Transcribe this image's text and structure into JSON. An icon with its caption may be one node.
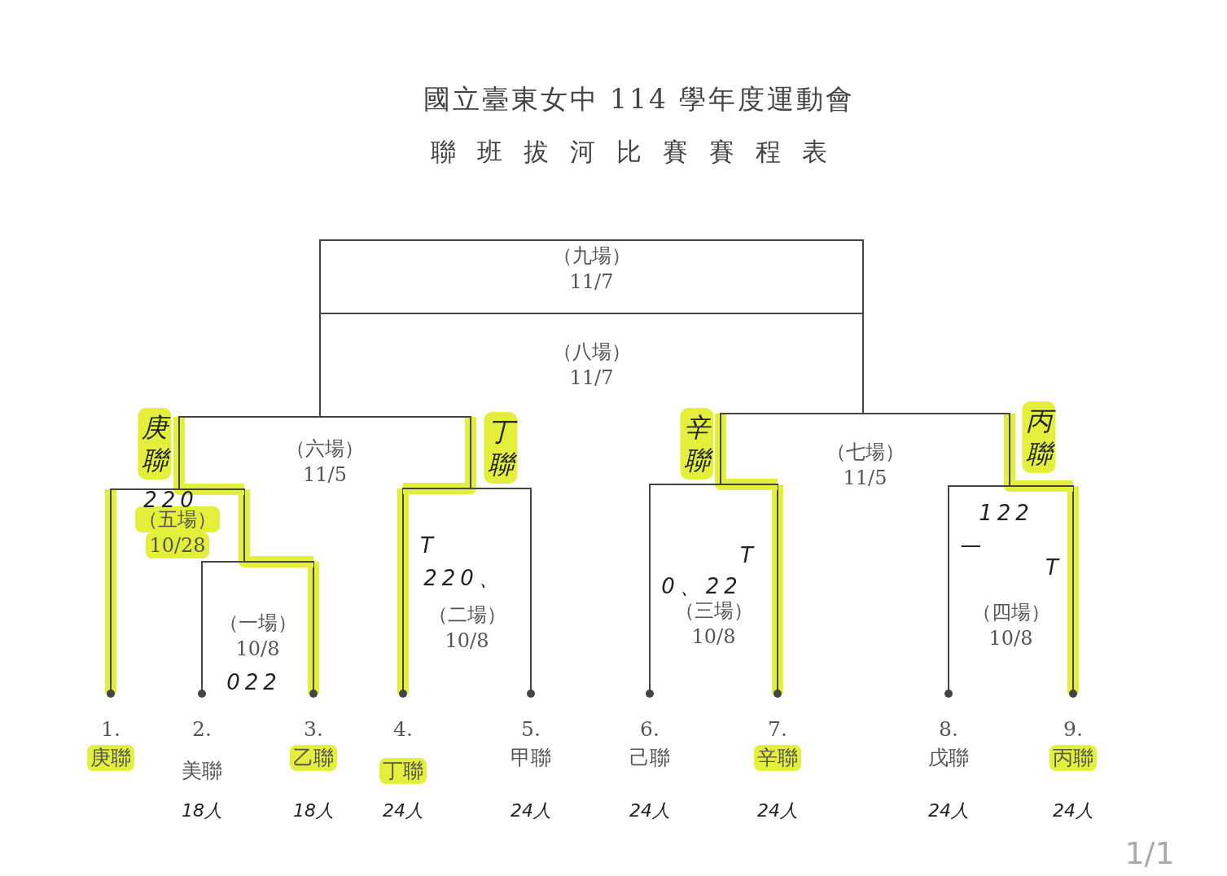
{
  "diagram": {
    "title": "國立臺東女中 114 學年度運動會",
    "nodes": [
      {
        "text": [
          "（九場）",
          "11/7"
        ]
      },
      {
        "text": [
          "（八場）",
          "11/7"
        ]
      },
      {
        "text": [
          "（六場）",
          "11/5"
        ]
      },
      {
        "text": [
          "（七場）",
          "11/5"
        ]
      },
      {
        "text": [
          "（五場）",
          "10/28"
        ]
      },
      {
        "text": [
          "（二場）",
          "10/8"
        ]
      },
      {
        "text": [
          "（三場）",
          "10/8"
        ]
      },
      {
        "text": [
          "（四場）",
          "10/8"
        ]
      },
      {
        "text": [
          "（一場）",
          "10/8"
        ]
      },
      {
        "text": [
          "1.",
          "庚聯"
        ]
      },
      {
        "text": [
          "2.",
          "美聯"
        ],
        "beside": [
          "18人"
        ]
      },
      {
        "text": [
          "3.",
          "乙聯"
        ],
        "beside": [
          "18人"
        ]
      },
      {
        "text": [
          "4.",
          "丁聯"
        ],
        "beside": [
          "24人"
        ]
      },
      {
        "text": [
          "5.",
          "甲聯"
        ],
        "beside": [
          "24人"
        ]
      },
      {
        "text": [
          "6.",
          "己聯"
        ],
        "beside": [
          "24人"
        ]
      },
      {
        "text": [
          "7.",
          "辛聯"
        ],
        "beside": [
          "24人"
        ]
      },
      {
        "text": [
          "8.",
          "戊聯"
        ],
        "beside": [
          "24人"
        ]
      },
      {
        "text": [
          "9.",
          "丙聯"
        ],
        "beside": [
          "24人"
        ]
      }
    ],
    "edges": [
      {
        "from": 9,
        "to": 4,
        "arrow": "other"
      },
      {
        "from": 10,
        "to": 8,
        "arrow": "other",
        "color": "#444444"
      },
      {
        "from": 11,
        "to": 8,
        "arrow": "other"
      },
      {
        "from": 8,
        "to": 4,
        "arrow": "none"
      },
      {
        "from": 4,
        "to": 2,
        "arrow": "none"
      },
      {
        "from": 12,
        "to": 5,
        "arrow": "other"
      },
      {
        "from": 13,
        "to": 5,
        "arrow": "other",
        "color": "#444444"
      },
      {
        "from": 5,
        "to": 2,
        "arrow": "none"
      },
      {
        "from": 14,
        "to": 6,
        "arrow": "other",
        "color": "#444444"
      },
      {
        "from": 15,
        "to": 6,
        "arrow": "other"
      },
      {
        "from": 6,
        "to": 3,
        "arrow": "none"
      },
      {
        "from": 16,
        "to": 7,
        "arrow": "other",
        "color": "#444444"
      },
      {
        "from": 17,
        "to": 7,
        "arrow": "other"
      },
      {
        "from": 7,
        "to": 3,
        "arrow": "none"
      },
      {
        "from": 2,
        "to": 1,
        "arrow": "none",
        "color": "#444444"
      },
      {
        "from": 3,
        "to": 1,
        "arrow": "none",
        "color": "#444444"
      }
    ],
    "labels": [
      "聯班拔河比賽賽程表",
      "庚聯",
      "丁聯",
      "辛聯",
      "丙聯",
      "220",
      "T",
      "220、",
      "T",
      "0、22",
      "122",
      "一",
      "T",
      "022",
      "1/1"
    ]
  }
}
